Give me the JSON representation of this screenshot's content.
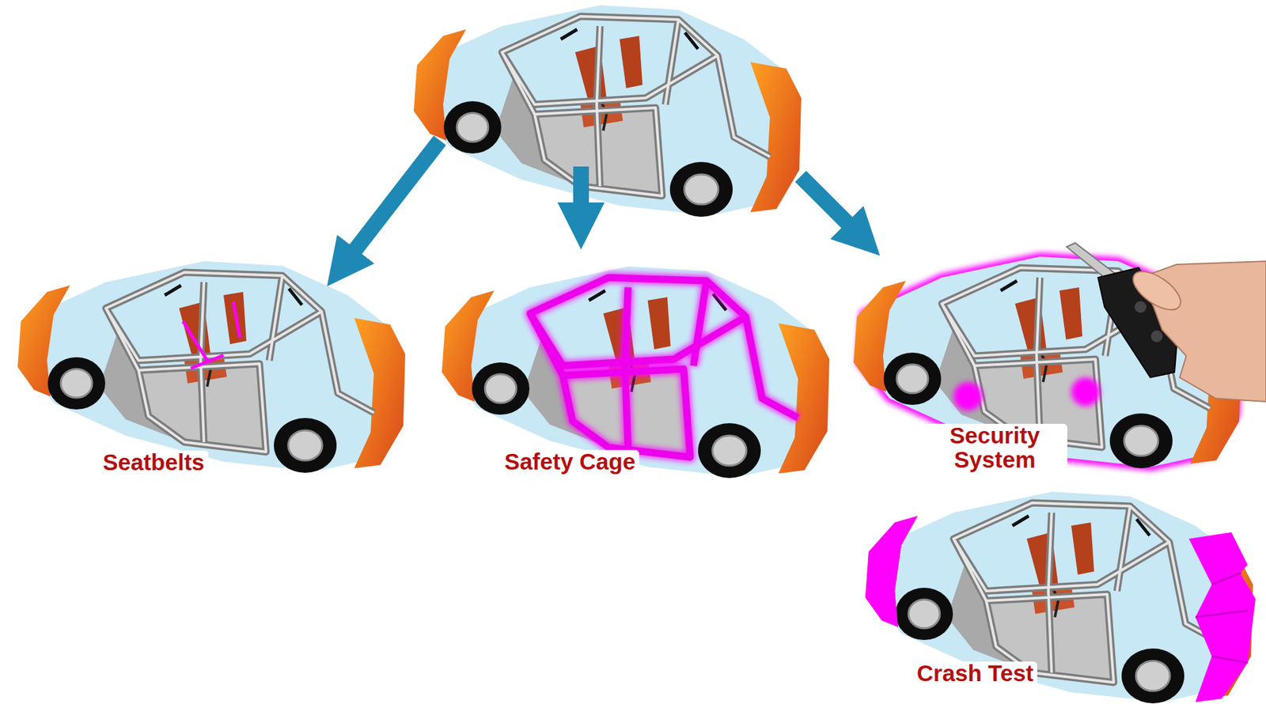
{
  "diagram": {
    "labels": [
      "Seatbelts",
      "Safety Cage",
      "Security System",
      "Crash Test"
    ]
  }
}
